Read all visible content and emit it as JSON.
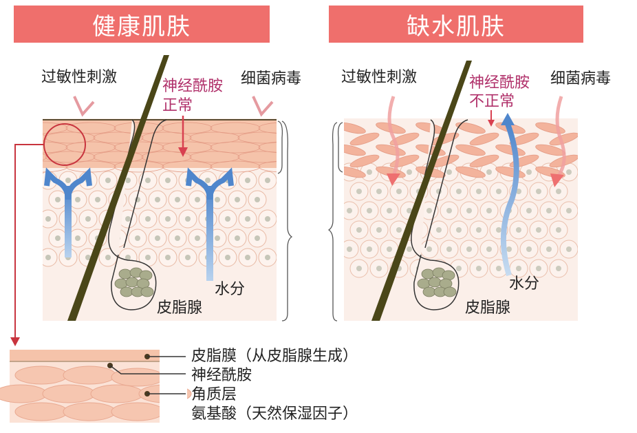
{
  "healthy": {
    "title": "健康肌肤",
    "allergy": "过敏性刺激",
    "bacteria": "细菌病毒",
    "ceramide_line1": "神经酰胺",
    "ceramide_line2": "正常",
    "water": "水分",
    "sebaceous": "皮脂腺"
  },
  "dry": {
    "title": "缺水肌肤",
    "allergy": "过敏性刺激",
    "bacteria": "细菌病毒",
    "ceramide_line1": "神经酰胺",
    "ceramide_line2": "不正常",
    "water": "水分",
    "sebaceous": "皮脂腺"
  },
  "legend": {
    "items": [
      "皮脂膜（从皮脂腺生成）",
      "神经酰胺",
      "角质层",
      "氨基酸（天然保湿因子）"
    ]
  },
  "colors": {
    "banner": "#ef6f6c",
    "stratum": "#f5c3aa",
    "water": "#5b8fd0",
    "ceramide_text": "#b0306a",
    "hair": "#4a4618"
  }
}
